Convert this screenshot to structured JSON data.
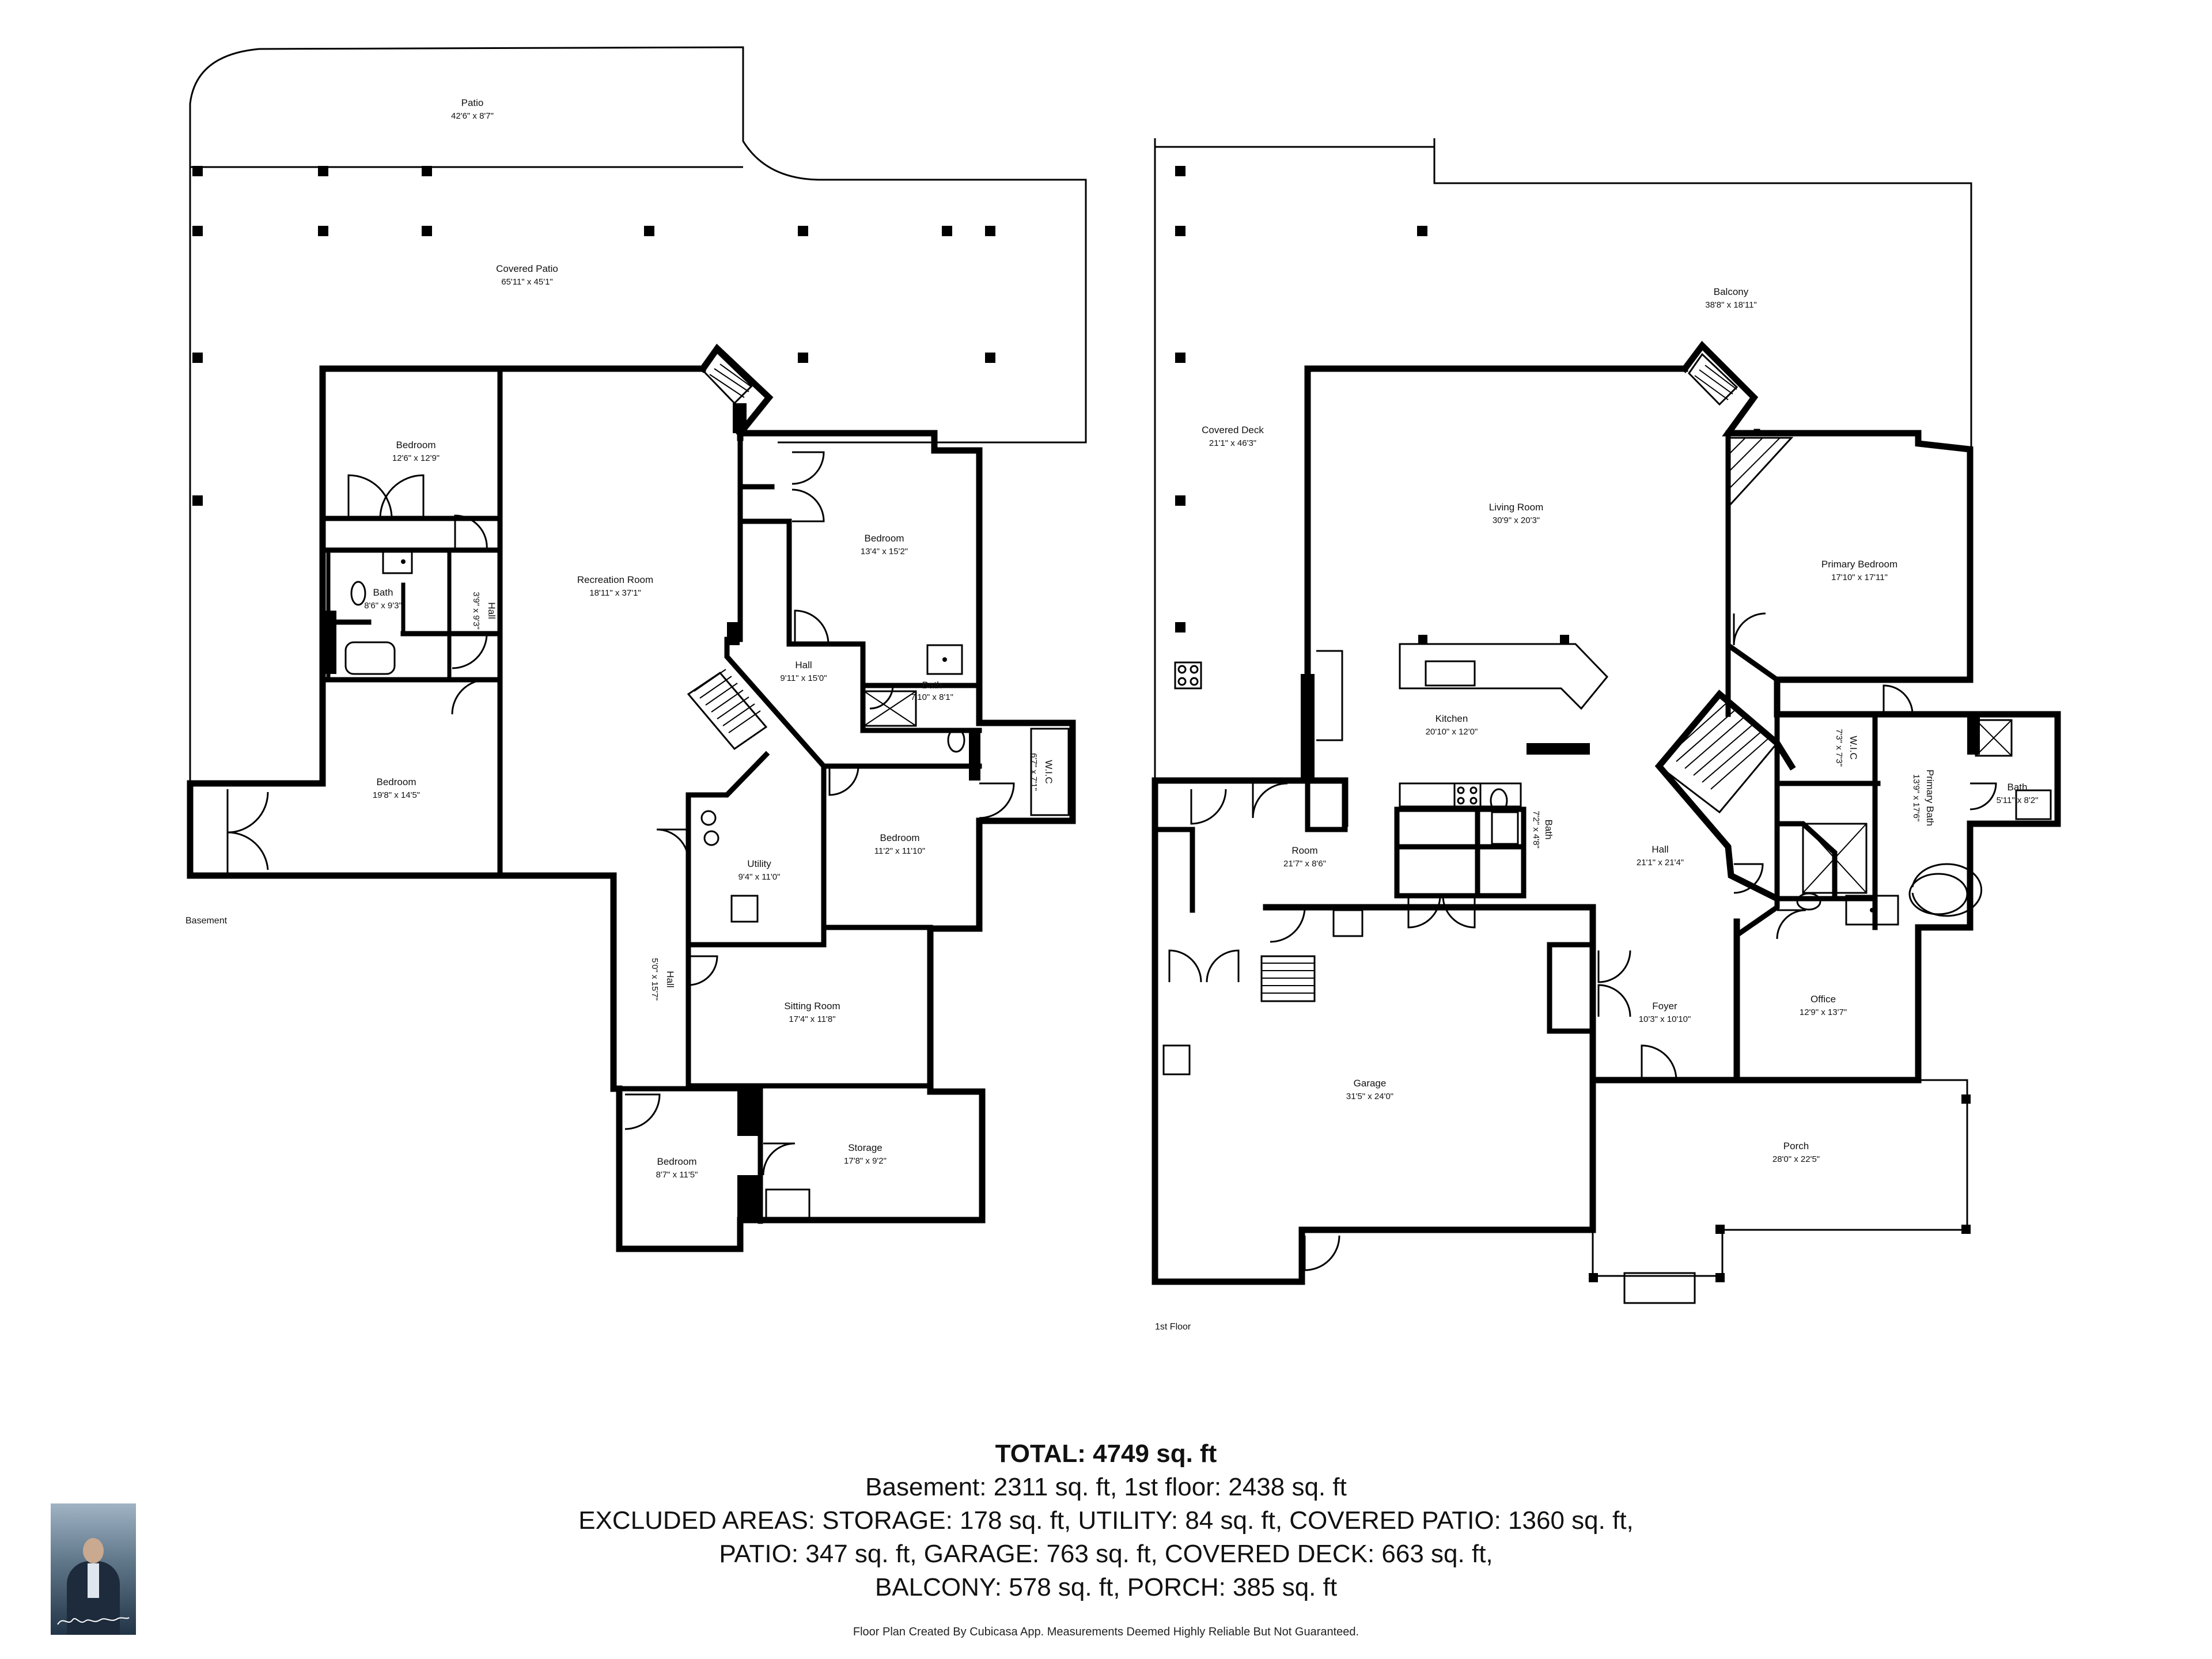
{
  "floors": {
    "basement_label": "Basement",
    "first_label": "1st Floor"
  },
  "rooms": {
    "patio": {
      "name": "Patio",
      "dim": "42'6\" x 8'7\""
    },
    "covered_patio": {
      "name": "Covered Patio",
      "dim": "65'11\" x 45'1\""
    },
    "bsmt_bedroom_1": {
      "name": "Bedroom",
      "dim": "12'6\" x 12'9\""
    },
    "bsmt_bath_1": {
      "name": "Bath",
      "dim": "8'6\" x 9'3\""
    },
    "bsmt_hall_small": {
      "name": "Hall",
      "dim": "3'9\" x 9'3\""
    },
    "recreation_room": {
      "name": "Recreation Room",
      "dim": "18'11\" x 37'1\""
    },
    "bsmt_bedroom_2": {
      "name": "Bedroom",
      "dim": "13'4\" x 15'2\""
    },
    "bsmt_hall_mid": {
      "name": "Hall",
      "dim": "9'11\" x 15'0\""
    },
    "bsmt_bath_2": {
      "name": "Bath",
      "dim": "7'10\" x 8'1\""
    },
    "bsmt_wic": {
      "name": "W.I.C",
      "dim": "6'7\" x 7'1\""
    },
    "bsmt_bedroom_3": {
      "name": "Bedroom",
      "dim": "19'8\" x 14'5\""
    },
    "utility": {
      "name": "Utility",
      "dim": "9'4\" x 11'0\""
    },
    "bsmt_bedroom_4": {
      "name": "Bedroom",
      "dim": "11'2\" x 11'10\""
    },
    "bsmt_hall_long": {
      "name": "Hall",
      "dim": "5'0\" x 15'7\""
    },
    "sitting_room": {
      "name": "Sitting Room",
      "dim": "17'4\" x 11'8\""
    },
    "bsmt_bedroom_5": {
      "name": "Bedroom",
      "dim": "8'7\" x 11'5\""
    },
    "storage": {
      "name": "Storage",
      "dim": "17'8\" x 9'2\""
    },
    "covered_deck": {
      "name": "Covered Deck",
      "dim": "21'1\" x 46'3\""
    },
    "balcony": {
      "name": "Balcony",
      "dim": "38'8\" x 18'11\""
    },
    "living_room": {
      "name": "Living Room",
      "dim": "30'9\" x 20'3\""
    },
    "primary_bedroom": {
      "name": "Primary Bedroom",
      "dim": "17'10\" x 17'11\""
    },
    "kitchen": {
      "name": "Kitchen",
      "dim": "20'10\" x 12'0\""
    },
    "primary_wic": {
      "name": "W.I.C",
      "dim": "7'3\" x 7'3\""
    },
    "primary_bath": {
      "name": "Primary Bath",
      "dim": "13'9\" x 17'6\""
    },
    "first_bath": {
      "name": "Bath",
      "dim": "5'11\" x 8'2\""
    },
    "first_room": {
      "name": "Room",
      "dim": "21'7\" x 8'6\""
    },
    "first_bath_small": {
      "name": "Bath",
      "dim": "7'2\" x 4'8\""
    },
    "first_hall": {
      "name": "Hall",
      "dim": "21'1\" x 21'4\""
    },
    "garage": {
      "name": "Garage",
      "dim": "31'5\" x 24'0\""
    },
    "foyer": {
      "name": "Foyer",
      "dim": "10'3\" x 10'10\""
    },
    "office": {
      "name": "Office",
      "dim": "12'9\" x 13'7\""
    },
    "porch": {
      "name": "Porch",
      "dim": "28'0\" x 22'5\""
    }
  },
  "summary": {
    "total": "TOTAL: 4749 sq. ft",
    "line1": "Basement: 2311 sq. ft, 1st floor: 2438 sq. ft",
    "line2": "EXCLUDED AREAS: STORAGE: 178 sq. ft, UTILITY: 84 sq. ft, COVERED PATIO: 1360 sq. ft,",
    "line3": "PATIO: 347 sq. ft, GARAGE: 763 sq. ft, COVERED DECK: 663 sq. ft,",
    "line4": "BALCONY: 578 sq. ft, PORCH: 385 sq. ft"
  },
  "footer": {
    "disclaimer": "Floor Plan Created By Cubicasa App. Measurements Deemed Highly Reliable But Not Guaranteed."
  },
  "agent": {
    "photo_icon": "agent-portrait-icon",
    "signature_icon": "signature-icon"
  }
}
